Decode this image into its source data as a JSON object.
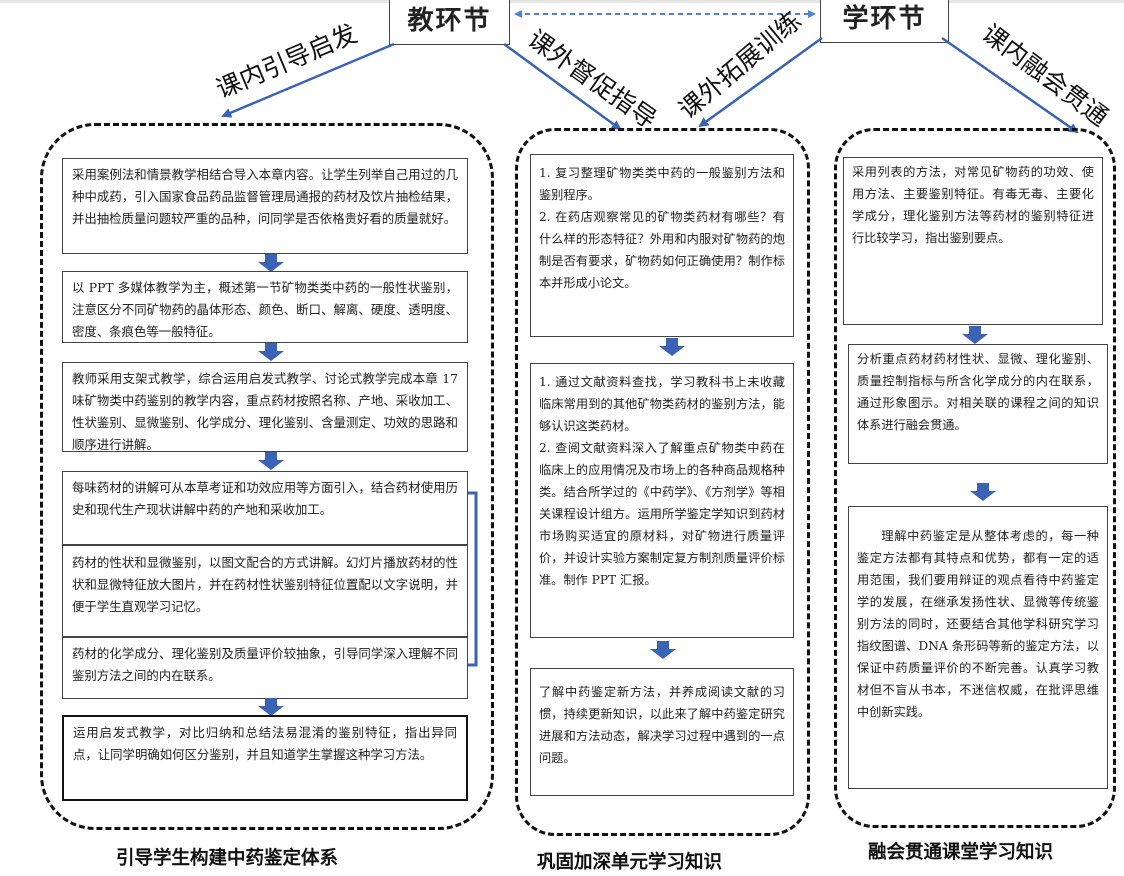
{
  "header": {
    "teach": "教环节",
    "learn": "学环节"
  },
  "labels": {
    "left": "课内引导启发",
    "mid_left": "课外督促指导",
    "mid_right": "课外拓展训练",
    "right": "课内融会贯通"
  },
  "left_column": {
    "boxes": [
      "采用案例法和情景教学相结合导入本章内容。让学生列举自己用过的几种中成药，引入国家食品药品监督管理局通报的药材及饮片抽检结果，并出抽检质量问题较严重的品种，问同学是否依格贵好看的质量就好。",
      "以 PPT 多媒体教学为主，概述第一节矿物类类中药的一般性状鉴别，注意区分不同矿物药的晶体形态、颜色、断口、解离、硬度、透明度、密度、条痕色等一般特征。",
      "教师采用支架式教学，综合运用启发式教学、讨论式教学完成本章 17 味矿物类中药鉴别的教学内容，重点药材按照名称、产地、采收加工、性状鉴别、显微鉴别、化学成分、理化鉴别、含量测定、功效的思路和顺序进行讲解。",
      "每味药材的讲解可从本草考证和功效应用等方面引入，结合药材使用历史和现代生产现状讲解中药的产地和采收加工。",
      "药材的性状和显微鉴别，以图文配合的方式讲解。幻灯片播放药材的性状和显微特征放大图片，并在药材性状鉴别特征位置配以文字说明，并便于学生直观学习记忆。",
      "药材的化学成分、理化鉴别及质量评价较抽象，引导同学深入理解不同鉴别方法之间的内在联系。",
      "运用启发式教学，对比归纳和总结法易混淆的鉴别特征，指出异同点，让同学明确如何区分鉴别，并且知道学生掌握这种学习方法。"
    ],
    "caption": "引导学生构建中药鉴定体系"
  },
  "middle_column": {
    "box1": [
      "1. 复习整理矿物类类中药的一般鉴别方法和鉴别程序。",
      "2.  在药店观察常见的矿物类药材有哪些？有什么样的形态特征？外用和内服对矿物药的炮制是否有要求，矿物药如何正确使用？制作标本并形成小论文。"
    ],
    "box2": [
      "1. 通过文献资料查找，学习教科书上未收藏临床常用到的其他矿物类药材的鉴别方法，能够认识这类药材。",
      "2. 查阅文献资料深入了解重点矿物类中药在临床上的应用情况及市场上的各种商品规格种类。结合所学过的《中药学》、《方剂学》等相关课程设计组方。运用所学鉴定学知识到药材市场购买适宜的原材料，对矿物进行质量评价，并设计实验方案制定复方制剂质量评价标准。制作 PPT 汇报。"
    ],
    "box3": "了解中药鉴定新方法，并养成阅读文献的习惯，持续更新知识，以此来了解中药鉴定研究进展和方法动态，解决学习过程中遇到的一点问题。",
    "caption": "巩固加深单元学习知识"
  },
  "right_column": {
    "box1": "采用列表的方法，对常见矿物药的功效、使用方法、主要鉴别特征。有毒无毒、主要化学成分，理化鉴别方法等药材的鉴别特征进行比较学习，指出鉴别要点。",
    "box2": "分析重点药材药材性状、显微、理化鉴别、质量控制指标与所含化学成分的内在联系，通过形象图示。对相关联的课程之间的知识体系进行融会贯通。",
    "box3": "理解中药鉴定是从整体考虑的，每一种鉴定方法都有其特点和优势，都有一定的适用范围，我们要用辩证的观点看待中药鉴定学的发展，在继承发扬性状、显微等传统鉴别方法的同时，还要结合其他学科研究学习指纹图谱、DNA 条形码等新的鉴定方法，以保证中药质量评价的不断完善。认真学习教材但不盲从书本，不迷信权威，在批评思维中创新实践。",
    "caption": "融会贯通课堂学习知识"
  },
  "colors": {
    "arrow_blue": "#3a63b6",
    "dashed_link": "#4f82c9",
    "border": "#111111"
  }
}
